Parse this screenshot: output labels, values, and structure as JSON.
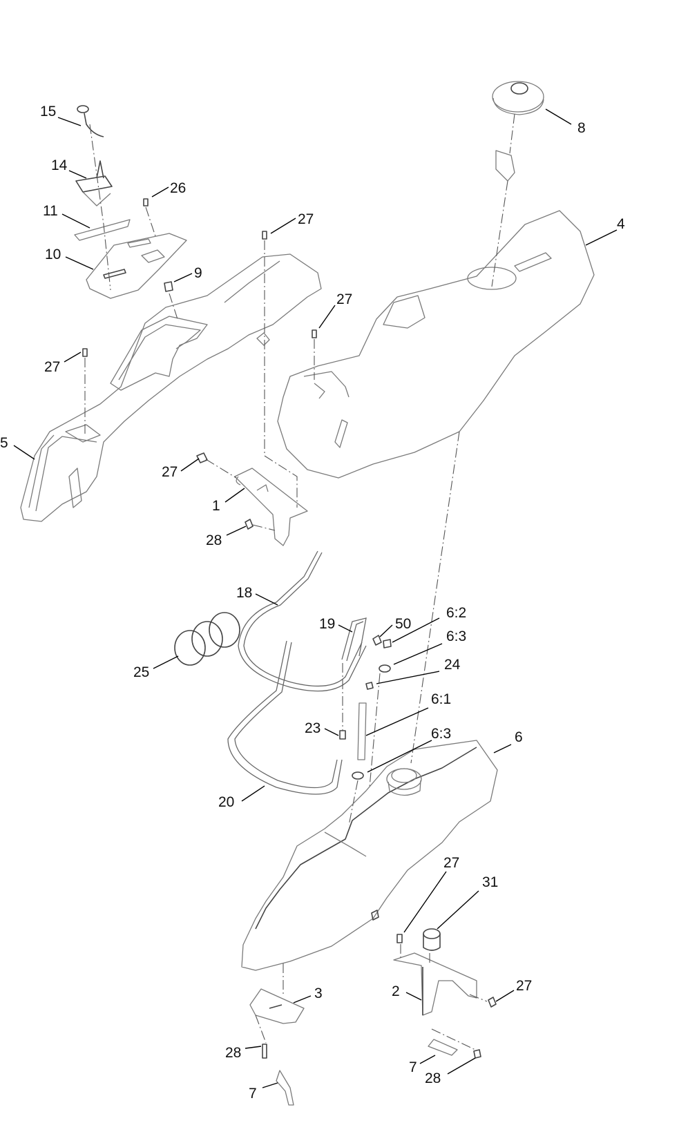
{
  "callouts": [
    {
      "id": "c15",
      "label": "15"
    },
    {
      "id": "c14",
      "label": "14"
    },
    {
      "id": "c26",
      "label": "26"
    },
    {
      "id": "c11",
      "label": "11"
    },
    {
      "id": "c10",
      "label": "10"
    },
    {
      "id": "c27a",
      "label": "27"
    },
    {
      "id": "c9",
      "label": "9"
    },
    {
      "id": "c27b",
      "label": "27"
    },
    {
      "id": "c27c",
      "label": "27"
    },
    {
      "id": "c5",
      "label": "5"
    },
    {
      "id": "c27d",
      "label": "27"
    },
    {
      "id": "c1",
      "label": "1"
    },
    {
      "id": "c28a",
      "label": "28"
    },
    {
      "id": "c8",
      "label": "8"
    },
    {
      "id": "c4",
      "label": "4"
    },
    {
      "id": "c18",
      "label": "18"
    },
    {
      "id": "c19",
      "label": "19"
    },
    {
      "id": "c50",
      "label": "50"
    },
    {
      "id": "c62",
      "label": "6:2"
    },
    {
      "id": "c63a",
      "label": "6:3"
    },
    {
      "id": "c24",
      "label": "24"
    },
    {
      "id": "c25",
      "label": "25"
    },
    {
      "id": "c61",
      "label": "6:1"
    },
    {
      "id": "c23",
      "label": "23"
    },
    {
      "id": "c63b",
      "label": "6:3"
    },
    {
      "id": "c6",
      "label": "6"
    },
    {
      "id": "c20",
      "label": "20"
    },
    {
      "id": "c27e",
      "label": "27"
    },
    {
      "id": "c31",
      "label": "31"
    },
    {
      "id": "c3",
      "label": "3"
    },
    {
      "id": "c2",
      "label": "2"
    },
    {
      "id": "c27f",
      "label": "27"
    },
    {
      "id": "c28b",
      "label": "28"
    },
    {
      "id": "c7a",
      "label": "7"
    },
    {
      "id": "c28c",
      "label": "28"
    },
    {
      "id": "c7b",
      "label": "7"
    }
  ]
}
